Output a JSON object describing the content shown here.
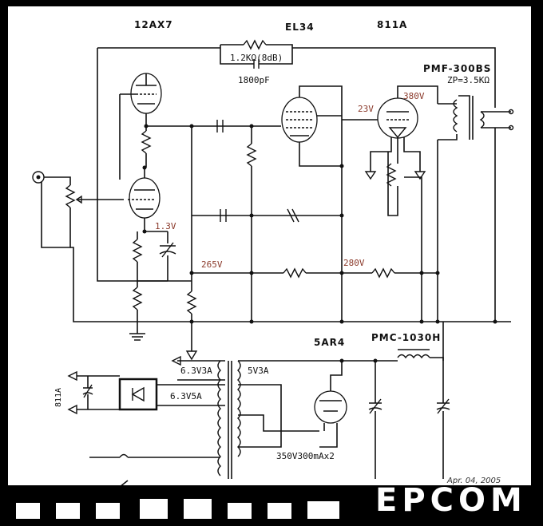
{
  "tubes": {
    "preamp": "12AX7",
    "driver": "EL34",
    "output": "811A",
    "rectifier": "5AR4"
  },
  "transformers": {
    "output_name": "PMF-300BS",
    "output_impedance": "ZP=3.5KΩ",
    "choke": "PMC-1030H",
    "power_secondary_hv": "350V300mAx2",
    "heater_1": "6.3V3A",
    "heater_2": "6.3V5A",
    "heater_rect": "5V3A"
  },
  "components": {
    "feedback_resistor": "1.2KΩ(8dB)",
    "feedback_cap": "1800pF"
  },
  "voltages": {
    "v_1_3": "1.3V",
    "v_265": "265V",
    "v_280": "280V",
    "v_23": "23V",
    "v_380": "380V"
  },
  "side_label": "811A",
  "date": "Apr. 04, 2005",
  "watermark": "EPCOM"
}
